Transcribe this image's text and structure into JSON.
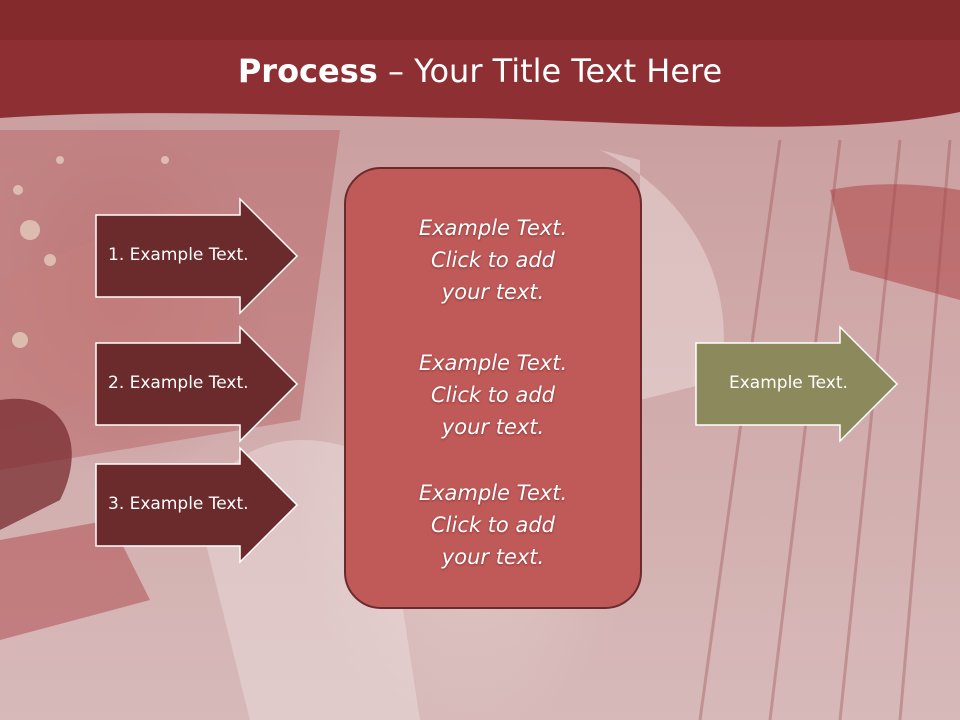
{
  "title": {
    "bold": "Process",
    "rest": " – Your Title Text Here"
  },
  "steps": [
    {
      "label": "1. Example Text."
    },
    {
      "label": "2. Example Text."
    },
    {
      "label": "3. Example Text."
    }
  ],
  "center_texts": [
    {
      "line1": "Example Text.",
      "line2": "Click  to add",
      "line3": "your text."
    },
    {
      "line1": "Example Text.",
      "line2": "Click  to add",
      "line3": "your text."
    },
    {
      "line1": "Example Text.",
      "line2": "Click  to add",
      "line3": "your text."
    }
  ],
  "output": {
    "label": "Example Text."
  },
  "colors": {
    "header": "#8e3033",
    "step_arrow": "#6b2a2b",
    "center_box": "#c05a59",
    "output_arrow": "#8c8a5c"
  }
}
